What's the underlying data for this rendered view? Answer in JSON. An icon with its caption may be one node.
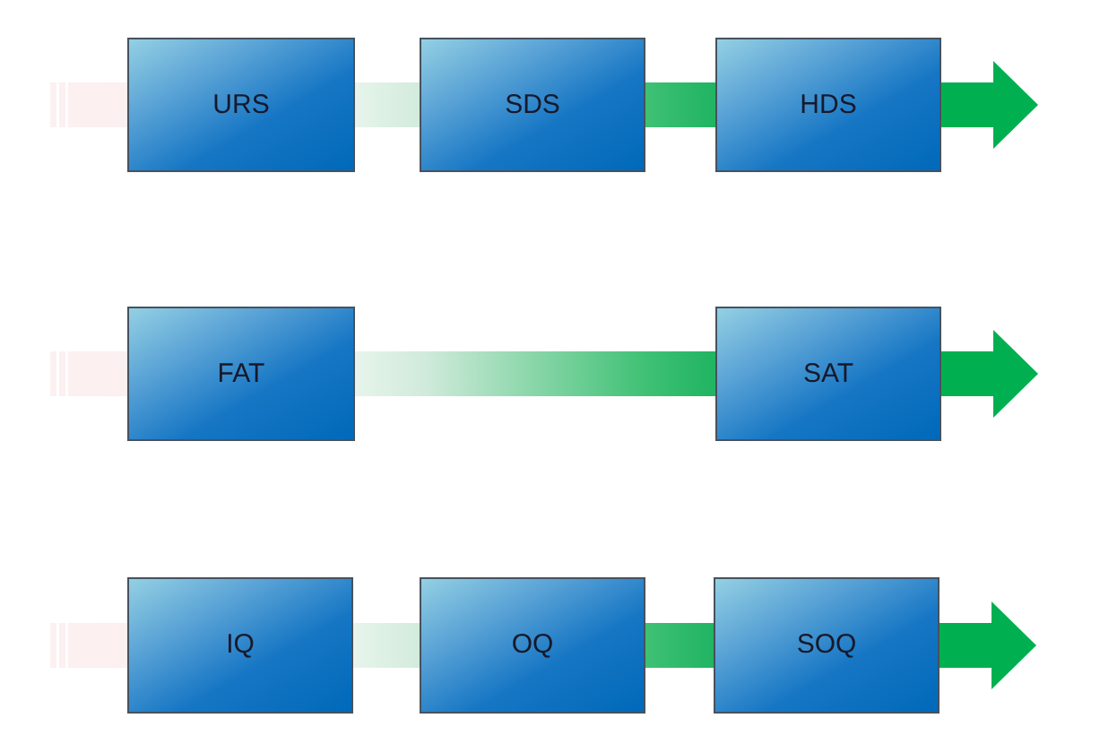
{
  "diagram": {
    "nodes": [
      {
        "text": [
          "URS"
        ]
      },
      {
        "text": [
          "SDS"
        ]
      },
      {
        "text": [
          "HDS"
        ]
      },
      {
        "text": [
          "FAT"
        ]
      },
      {
        "text": [
          "SAT"
        ]
      },
      {
        "text": [
          "IQ"
        ]
      },
      {
        "text": [
          "OQ"
        ]
      },
      {
        "text": [
          "SOQ"
        ]
      }
    ],
    "edges": [
      {
        "from": null,
        "to": 0,
        "arrow": "none"
      },
      {
        "from": 0,
        "to": 1,
        "arrow": "none"
      },
      {
        "from": 1,
        "to": 2,
        "arrow": "none"
      },
      {
        "from": 2,
        "to": null,
        "arrow": "to"
      },
      {
        "from": null,
        "to": 3,
        "arrow": "none"
      },
      {
        "from": 3,
        "to": 4,
        "arrow": "none"
      },
      {
        "from": 4,
        "to": null,
        "arrow": "to"
      },
      {
        "from": null,
        "to": 5,
        "arrow": "none"
      },
      {
        "from": 5,
        "to": 6,
        "arrow": "none"
      },
      {
        "from": 6,
        "to": 7,
        "arrow": "none"
      },
      {
        "from": 7,
        "to": null,
        "arrow": "to"
      }
    ]
  }
}
